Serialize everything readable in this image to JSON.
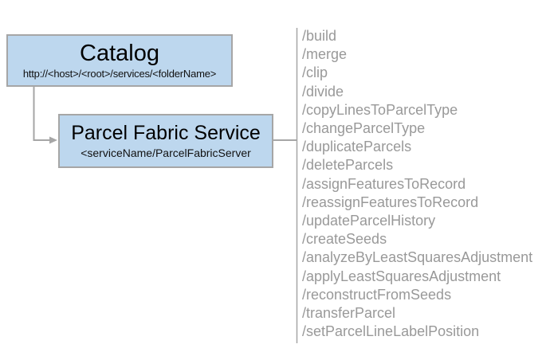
{
  "diagram": {
    "catalog_box": {
      "title": "Catalog",
      "subtitle": "http://<host>/<root>/services/<folderName>"
    },
    "service_box": {
      "title": "Parcel Fabric Service",
      "subtitle": "<serviceName/ParcelFabricServer"
    },
    "endpoints": [
      "/build",
      "/merge",
      "/clip",
      "/divide",
      "/copyLinesToParcelType",
      "/changeParcelType",
      "/duplicateParcels",
      "/deleteParcels",
      "/assignFeaturesToRecord",
      "/reassignFeaturesToRecord",
      "/updateParcelHistory",
      "/createSeeds",
      "/analyzeByLeastSquaresAdjustment",
      "/applyLeastSquaresAdjustment",
      "/reconstructFromSeeds",
      "/transferParcel",
      "/setParcelLineLabelPosition"
    ],
    "colors": {
      "box_fill": "#BDD7EE",
      "box_border": "#A6A6A6",
      "connector": "#A6A6A6",
      "endpoint_text": "#999999",
      "title_text": "#000000",
      "subtitle_text": "#111111"
    }
  }
}
